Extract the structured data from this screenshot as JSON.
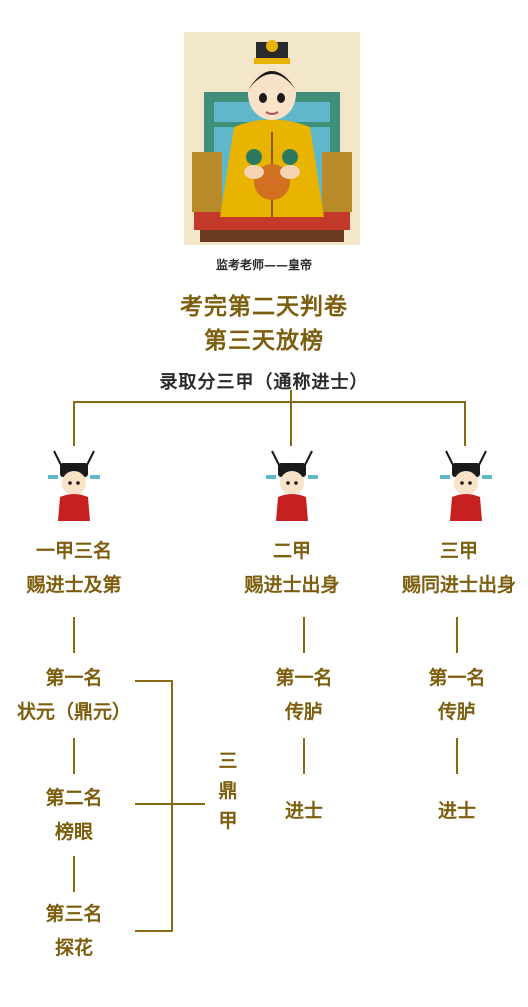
{
  "caption": "监考老师——皇帝",
  "title_line1": "考完第二天判卷",
  "title_line2": "第三天放榜",
  "subtitle": "录取分三甲（通称进士）",
  "tiers": [
    {
      "name": "一甲三名",
      "desc": "赐进士及第"
    },
    {
      "name": "二甲",
      "desc": "赐进士出身"
    },
    {
      "name": "三甲",
      "desc": "赐同进士出身"
    }
  ],
  "first_tier_ranks": [
    {
      "rank": "第一名",
      "title": "状元（鼎元）"
    },
    {
      "rank": "第二名",
      "title": "榜眼"
    },
    {
      "rank": "第三名",
      "title": "探花"
    }
  ],
  "bracket_label": [
    "三",
    "鼎",
    "甲"
  ],
  "second_tier": {
    "rank": "第一名",
    "title": "传胪",
    "rest": "进士"
  },
  "third_tier": {
    "rank": "第一名",
    "title": "传胪",
    "rest": "进士"
  },
  "colors": {
    "accent": "#8a6a10",
    "robe": "#e8b400",
    "scholar": "#c62020"
  }
}
